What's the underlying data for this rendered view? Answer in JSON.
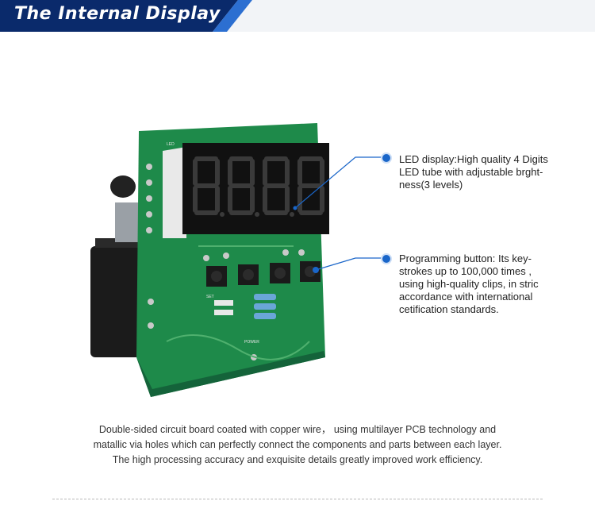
{
  "header": {
    "title": "The Internal Display",
    "accent": "#0a2a6b",
    "accent_light": "#2c6fd1"
  },
  "callouts": [
    {
      "text": "LED display:High quality 4 Digits LED tube with adjustable brght-ness(3 levels)",
      "lines": [
        "LED display:High quality 4 Digits",
        "LED tube with adjustable brght-",
        "ness(3 levels)"
      ]
    },
    {
      "text": "Programming button: Its key-strokes up to 100,000 times , using high-quality clips, in stric accordance with international cetification standards.",
      "lines": [
        "Programming button:  Its key-",
        "strokes up to 100,000 times ,",
        "using high-quality clips, in stric",
        "accordance with international",
        "cetification standards."
      ]
    }
  ],
  "caption": {
    "lines": [
      "Double-sided circuit board coated with copper wire， using multilayer PCB technology and",
      "matallic via holes which can perfectly connect the components and parts between each layer.",
      "The high processing accuracy and exquisite details greatly improved work efficiency."
    ]
  },
  "colors": {
    "pcb": "#1e8a4a",
    "pcb_dark": "#14633a",
    "display": "#111111",
    "callout_dot": "#1a66c9"
  },
  "pcb_labels": {
    "power": "POWER",
    "set": "SET",
    "led": "LED"
  }
}
